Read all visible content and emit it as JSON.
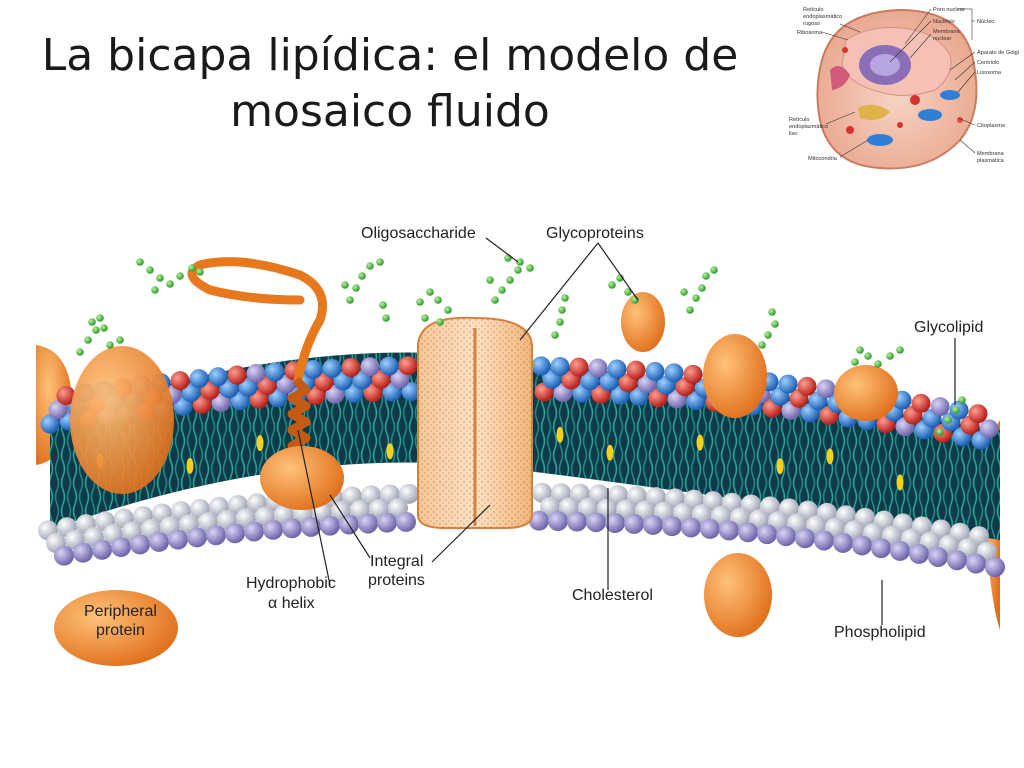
{
  "slide": {
    "title_line1": "La bicapa lipídica: el modelo de",
    "title_line2": "mosaico fluido"
  },
  "membrane_labels": {
    "oligosaccharide": "Oligosaccharide",
    "glycoproteins": "Glycoproteins",
    "glycolipid": "Glycolipid",
    "integral_line1": "Integral",
    "integral_line2": "proteins",
    "hydrophobic_line1": "Hydrophobic",
    "hydrophobic_line2": "α helix",
    "cholesterol": "Cholesterol",
    "peripheral_line1": "Peripheral",
    "peripheral_line2": "protein",
    "phospholipid": "Phospholipid"
  },
  "cell_labels": {
    "reticulo_rugoso_1": "Retículo",
    "reticulo_rugoso_2": "endoplasmático",
    "reticulo_rugoso_3": "rugoso",
    "ribosoma": "Ribosoma",
    "poro_nuclear": "Poro nuclear",
    "nucleolo": "Nucléolo",
    "nucleo": "Núcleo",
    "membrana_nuclear_1": "Membrana",
    "membrana_nuclear_2": "nuclear",
    "golgi": "Aparato de Golgi",
    "centriolo": "Centriolo",
    "lisosoma": "Lisosoma",
    "reticulo_liso_1": "Retículo",
    "reticulo_liso_2": "endoplasmático",
    "reticulo_liso_3": "liso",
    "citoplasma": "Citoplasma",
    "mitocondria": "Mitocondria",
    "membrana_plasmatica_1": "Membrana",
    "membrana_plasmatica_2": "plasmática"
  },
  "colors": {
    "protein_orange": "#f08a2c",
    "protein_dark": "#c8621a",
    "head_blue": "#2f7fd6",
    "head_red": "#d8322a",
    "head_lavender": "#8e86c8",
    "head_grey": "#c9ccd6",
    "tail_teal": "#2aa79c",
    "sugar_green": "#46b53c",
    "cholesterol_yellow": "#f2d21f"
  }
}
